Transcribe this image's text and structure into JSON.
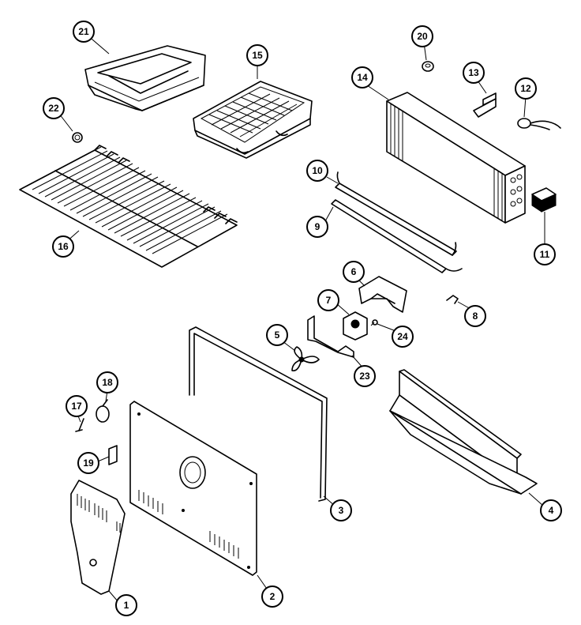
{
  "diagram": {
    "callouts": {
      "c1": "1",
      "c2": "2",
      "c3": "3",
      "c4": "4",
      "c5": "5",
      "c6": "6",
      "c7": "7",
      "c8": "8",
      "c9": "9",
      "c10": "10",
      "c11": "11",
      "c12": "12",
      "c13": "13",
      "c14": "14",
      "c15": "15",
      "c16": "16",
      "c17": "17",
      "c18": "18",
      "c19": "19",
      "c20": "20",
      "c21": "21",
      "c22": "22",
      "c23": "23",
      "c24": "24"
    }
  }
}
